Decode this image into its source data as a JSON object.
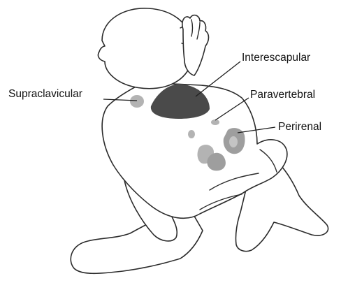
{
  "labels": {
    "interscapular": "Interescapular",
    "supraclavicular": "Supraclavicular",
    "paravertebral": "Paravertebral",
    "perirenal": "Perirenal"
  },
  "colors": {
    "interscapular_fat": "#4a4a4a",
    "light_fat": "#b3b3b3",
    "medium_fat": "#9e9e9e",
    "outline": "#2b2b2b"
  }
}
